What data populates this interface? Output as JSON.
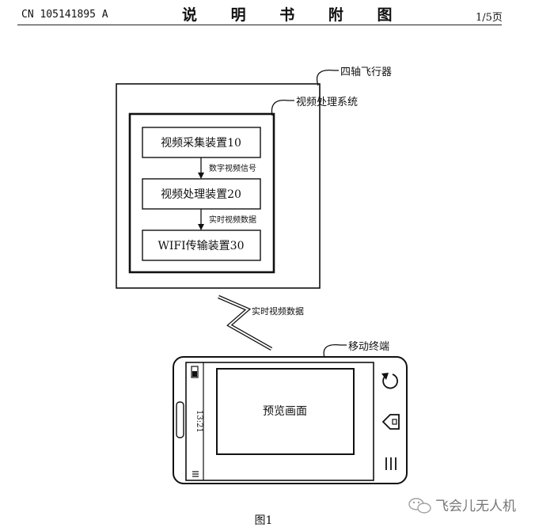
{
  "header": {
    "patent_number": "CN 105141895 A",
    "title": "说 明 书 附 图",
    "page": "1/5页"
  },
  "diagram": {
    "quadcopter_label": "四轴飞行器",
    "video_system_label": "视频处理系统",
    "blocks": [
      {
        "label": "视频采集装置10"
      },
      {
        "label": "视频处理装置20"
      },
      {
        "label": "WIFI传输装置30"
      }
    ],
    "arrow_labels": [
      "数字视频信号",
      "实时视频数据"
    ],
    "wireless_label": "实时视频数据",
    "terminal_label": "移动终端",
    "preview_label": "预览画面",
    "phone_clock": "13:21"
  },
  "figure_caption": "图1",
  "watermark": "飞会儿无人机"
}
